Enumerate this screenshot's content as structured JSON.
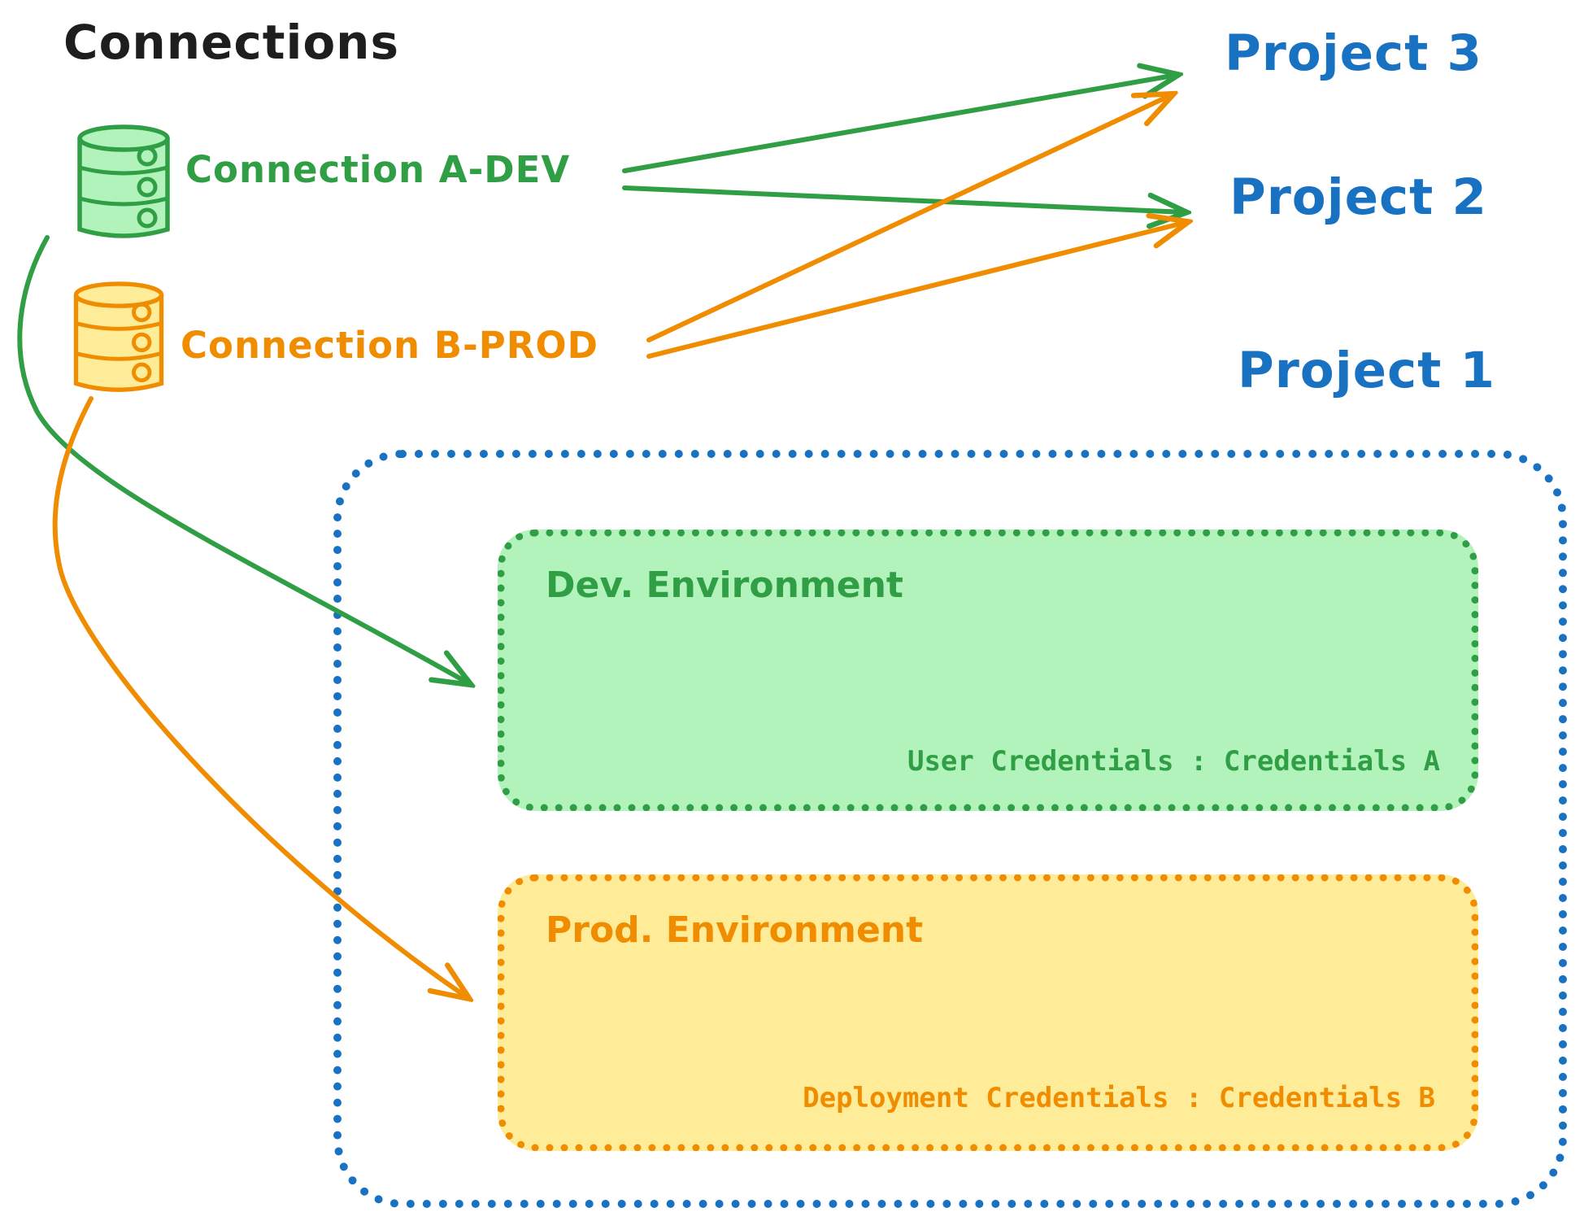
{
  "title": "Connections",
  "colors": {
    "black": "#1e1e1e",
    "green_stroke": "#2f9e44",
    "green_fill": "#b2f2bb",
    "orange_stroke": "#f08c00",
    "orange_fill": "#ffec99",
    "blue": "#1971c2",
    "background": "#ffffff"
  },
  "connections": [
    {
      "id": "a-dev",
      "label": "Connection A-DEV",
      "color": "#2f9e44",
      "icon": "database-icon"
    },
    {
      "id": "b-prod",
      "label": "Connection B-PROD",
      "color": "#f08c00",
      "icon": "database-icon"
    }
  ],
  "projects": [
    {
      "label": "Project 3"
    },
    {
      "label": "Project 2"
    },
    {
      "label": "Project 1"
    }
  ],
  "project1": {
    "dev_environment": {
      "title": "Dev. Environment",
      "credentials": "User Credentials : Credentials A"
    },
    "prod_environment": {
      "title": "Prod. Environment",
      "credentials": "Deployment Credentials : Credentials B"
    }
  },
  "arrows": [
    {
      "from": "Connection A-DEV",
      "to": "Project 3",
      "color": "#2f9e44",
      "style": "straight"
    },
    {
      "from": "Connection A-DEV",
      "to": "Project 2",
      "color": "#2f9e44",
      "style": "straight"
    },
    {
      "from": "Connection B-PROD",
      "to": "Project 3",
      "color": "#f08c00",
      "style": "straight"
    },
    {
      "from": "Connection B-PROD",
      "to": "Project 2",
      "color": "#f08c00",
      "style": "straight"
    },
    {
      "from": "Connection A-DEV",
      "to": "Dev. Environment",
      "color": "#2f9e44",
      "style": "curved"
    },
    {
      "from": "Connection B-PROD",
      "to": "Prod. Environment",
      "color": "#f08c00",
      "style": "curved"
    }
  ]
}
